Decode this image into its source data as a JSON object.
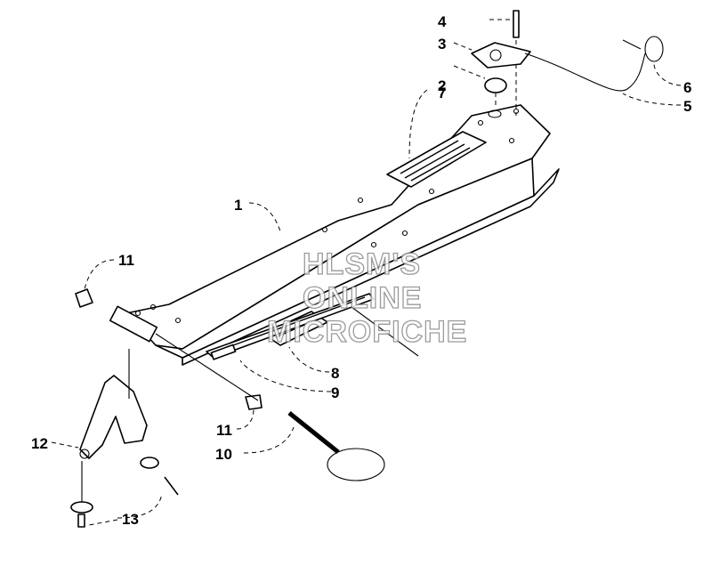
{
  "callouts": {
    "c1": "1",
    "c2": "2",
    "c3": "3",
    "c4": "4",
    "c5": "5",
    "c6": "6",
    "c7": "7",
    "c8": "8",
    "c9": "9",
    "c10": "10",
    "c11a": "11",
    "c11b": "11",
    "c12": "12",
    "c13": "13"
  },
  "watermark": {
    "line1": "HLSM'S",
    "line2": "ONLINE",
    "line3": "MICROFICHE"
  }
}
